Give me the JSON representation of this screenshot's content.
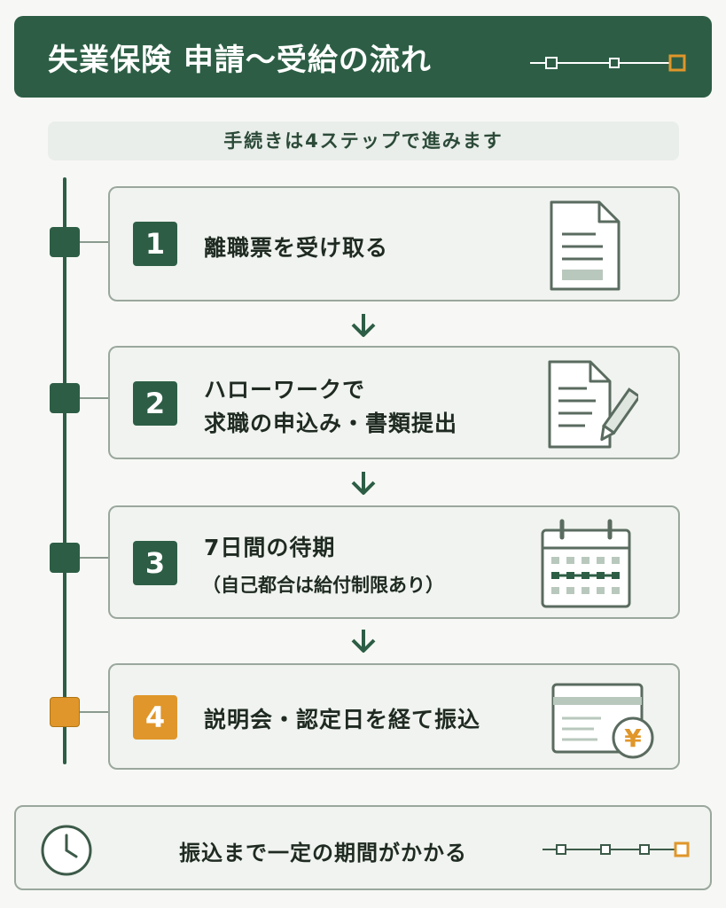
{
  "colors": {
    "dark": "#2d5e45",
    "accent": "#e0962a",
    "light": "#f0f3ef"
  },
  "header": {
    "title": "失業保険 申請〜受給の流れ",
    "decor_icon": "step-track-icon"
  },
  "subtitle": "手続きは4ステップで進みます",
  "steps": [
    {
      "number": "1",
      "label": "離職票を受け取る",
      "sub": "",
      "icon": "document-icon"
    },
    {
      "number": "2",
      "label": "ハローワークで",
      "sub": "求職の申込み・書類提出",
      "icon": "document-pen-icon"
    },
    {
      "number": "3",
      "label": "7日間の待期",
      "sub": "（自己都合は給付制限あり）",
      "icon": "calendar-icon"
    },
    {
      "number": "4",
      "label": "説明会・認定日を経て振込",
      "sub": "",
      "icon": "bank-transfer-yen-icon"
    }
  ],
  "footer": {
    "text": "振込まで一定の期間がかかる",
    "icon": "clock-icon",
    "decor_icon": "step-track-icon"
  }
}
